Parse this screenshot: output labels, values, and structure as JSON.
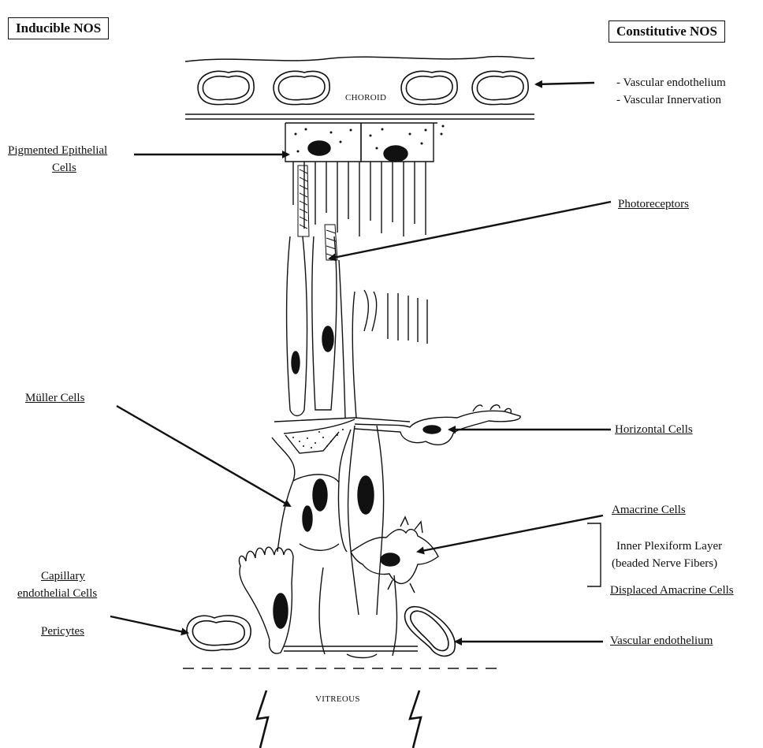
{
  "headers": {
    "left": "Inducible NOS",
    "right": "Constitutive NOS"
  },
  "layers": {
    "choroid": "CHOROID",
    "vitreous": "VITREOUS"
  },
  "left_labels": {
    "pigmented_line1": "Pigmented Epithelial",
    "pigmented_line2": "Cells",
    "muller": "Müller Cells",
    "capillary_line1": "Capillary",
    "capillary_line2": "endothelial Cells",
    "pericytes": "Pericytes"
  },
  "right_labels": {
    "vasc_endo_top": "- Vascular endothelium",
    "vasc_innervation": "- Vascular Innervation",
    "photoreceptors": "Photoreceptors",
    "horizontal": "Horizontal Cells",
    "amacrine": "Amacrine Cells",
    "ipl_line1": "Inner Plexiform Layer",
    "ipl_line2": "(beaded Nerve Fibers)",
    "displaced": "Displaced Amacrine Cells",
    "vasc_endo_bottom": "Vascular endothelium"
  }
}
